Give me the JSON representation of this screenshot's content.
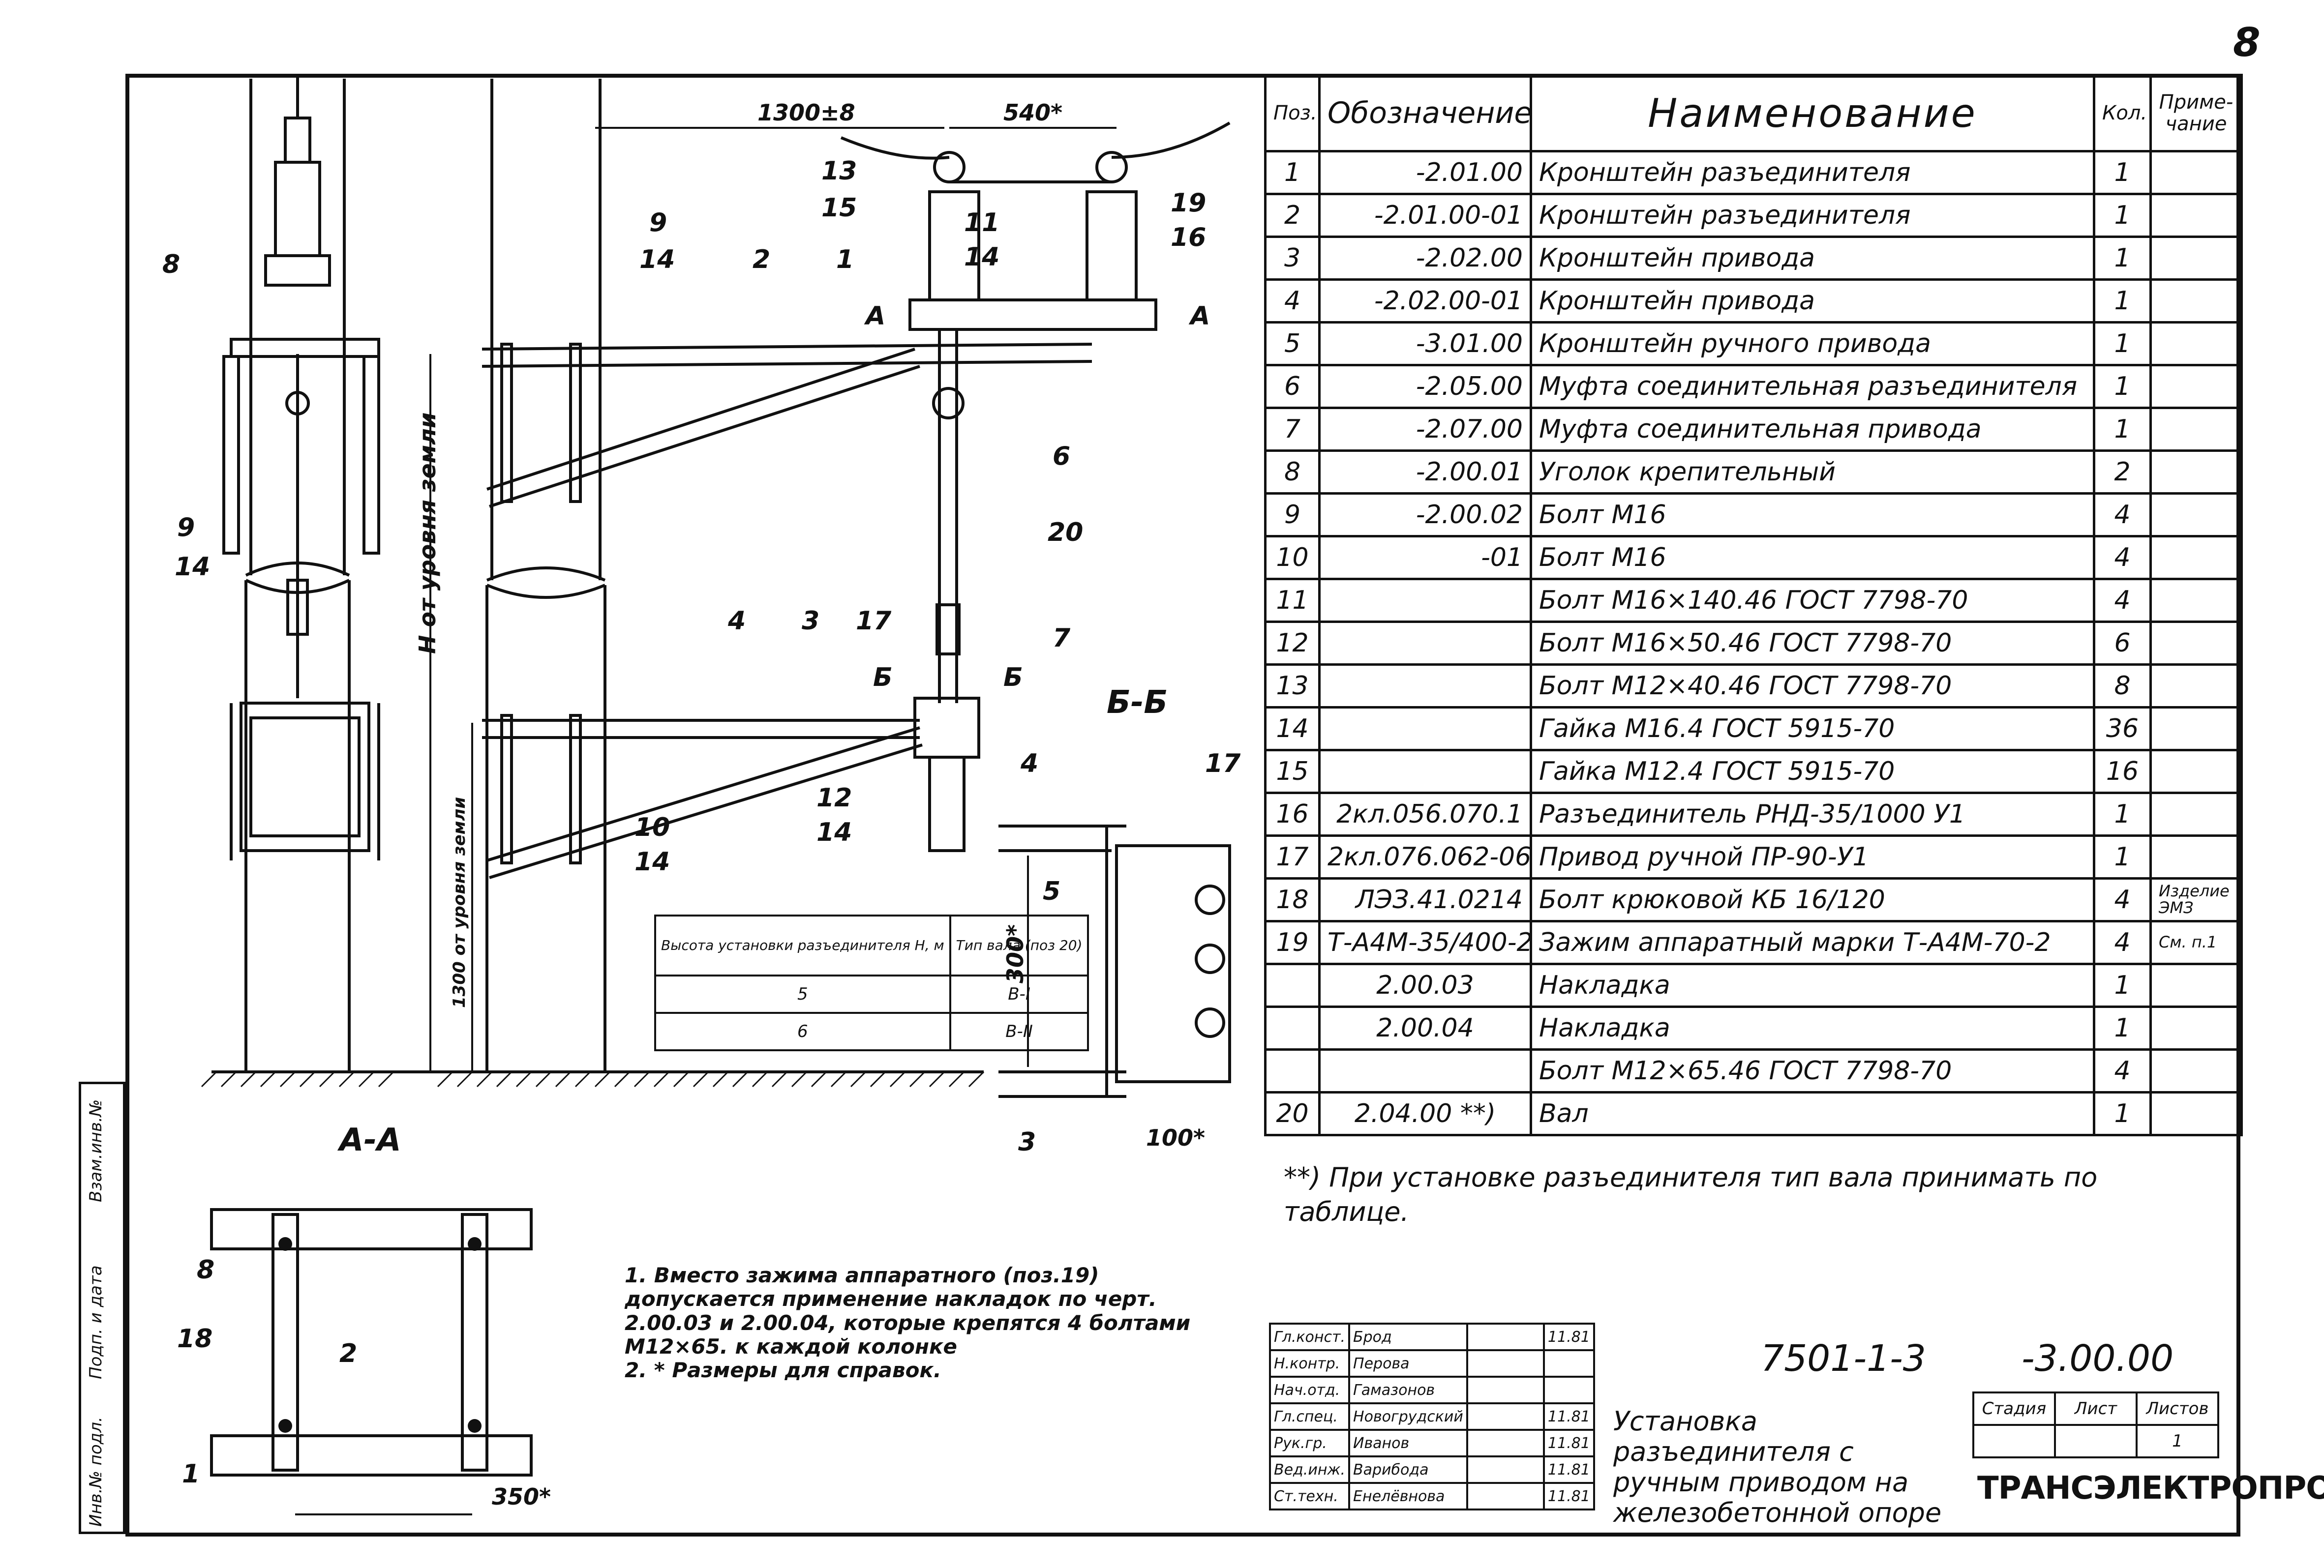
{
  "sheet_number": "8",
  "spec_table": {
    "headers": {
      "pos": "Поз.",
      "designation": "Обозначение",
      "name": "Наименование",
      "qty": "Кол.",
      "note": "Приме-чание"
    },
    "rows": [
      {
        "pos": "1",
        "designation": "-2.01.00",
        "name": "Кронштейн разъединителя",
        "qty": "1",
        "note": ""
      },
      {
        "pos": "2",
        "designation": "-2.01.00-01",
        "name": "Кронштейн разъединителя",
        "qty": "1",
        "note": ""
      },
      {
        "pos": "3",
        "designation": "-2.02.00",
        "name": "Кронштейн привода",
        "qty": "1",
        "note": ""
      },
      {
        "pos": "4",
        "designation": "-2.02.00-01",
        "name": "Кронштейн привода",
        "qty": "1",
        "note": ""
      },
      {
        "pos": "5",
        "designation": "-3.01.00",
        "name": "Кронштейн ручного привода",
        "qty": "1",
        "note": ""
      },
      {
        "pos": "6",
        "designation": "-2.05.00",
        "name": "Муфта соединительная разъединителя",
        "qty": "1",
        "note": ""
      },
      {
        "pos": "7",
        "designation": "-2.07.00",
        "name": "Муфта соединительная привода",
        "qty": "1",
        "note": ""
      },
      {
        "pos": "8",
        "designation": "-2.00.01",
        "name": "Уголок крепительный",
        "qty": "2",
        "note": ""
      },
      {
        "pos": "9",
        "designation": "-2.00.02",
        "name": "Болт М16",
        "qty": "4",
        "note": ""
      },
      {
        "pos": "10",
        "designation": "-01",
        "name": "Болт М16",
        "qty": "4",
        "note": ""
      },
      {
        "pos": "11",
        "designation": "",
        "name": "Болт М16×140.46 ГОСТ 7798-70",
        "qty": "4",
        "note": ""
      },
      {
        "pos": "12",
        "designation": "",
        "name": "Болт М16×50.46 ГОСТ 7798-70",
        "qty": "6",
        "note": ""
      },
      {
        "pos": "13",
        "designation": "",
        "name": "Болт М12×40.46 ГОСТ 7798-70",
        "qty": "8",
        "note": ""
      },
      {
        "pos": "14",
        "designation": "",
        "name": "Гайка М16.4 ГОСТ 5915-70",
        "qty": "36",
        "note": ""
      },
      {
        "pos": "15",
        "designation": "",
        "name": "Гайка М12.4 ГОСТ 5915-70",
        "qty": "16",
        "note": ""
      },
      {
        "pos": "16",
        "designation": "2кл.056.070.1",
        "name": "Разъединитель РНД-35/1000 У1",
        "qty": "1",
        "note": ""
      },
      {
        "pos": "17",
        "designation": "2кл.076.062-06",
        "name": "Привод ручной ПР-90-У1",
        "qty": "1",
        "note": ""
      },
      {
        "pos": "18",
        "designation": "ЛЭЗ.41.0214",
        "name": "Болт крюковой КБ 16/120",
        "qty": "4",
        "note": "Изделие ЭМЗ"
      },
      {
        "pos": "19",
        "designation": "Т-А4М-35/400-2",
        "name": "Зажим аппаратный марки Т-А4М-70-2",
        "qty": "4",
        "note": "См. п.1"
      },
      {
        "pos": "",
        "designation": "2.00.03",
        "name": "Накладка",
        "qty": "1",
        "note": ""
      },
      {
        "pos": "",
        "designation": "2.00.04",
        "name": "Накладка",
        "qty": "1",
        "note": ""
      },
      {
        "pos": "",
        "designation": "",
        "name": "Болт М12×65.46 ГОСТ 7798-70",
        "qty": "4",
        "note": ""
      },
      {
        "pos": "20",
        "designation": "2.04.00 **)",
        "name": "Вал",
        "qty": "1",
        "note": ""
      }
    ]
  },
  "footnote": "**) При установке разъединителя тип вала принимать по таблице.",
  "notes": [
    "1. Вместо зажима аппаратного (поз.19) допускается применение накладок по черт. 2.00.03 и 2.00.04, которые крепятся 4 болтами М12×65. к каждой колонке",
    "2. * Размеры для справок."
  ],
  "height_table": {
    "header_1": "Высота установки разъединителя H, м",
    "header_2": "Тип вала (поз 20)",
    "rows": [
      {
        "height": "5",
        "type": "В-I"
      },
      {
        "height": "6",
        "type": "В-II"
      }
    ]
  },
  "drawing_labels": {
    "dim_1300": "1300±8",
    "dim_540": "540*",
    "dim_300": "300*",
    "dim_100": "100*",
    "dim_350": "350*",
    "h_ground": "H от уровня земли",
    "h_1300": "1300 от уровня земли",
    "section_aa": "А-А",
    "section_bb": "Б-Б",
    "cut_a": "А",
    "cut_b": "Б"
  },
  "title_block": {
    "code": "7501-1-3",
    "designation": "-3.00.00",
    "title": "Установка разъединителя с ручным приводом на железобетонной опоре",
    "stage_label": "Стадия",
    "sheet_label": "Лист",
    "sheets_label": "Листов",
    "sheets_value": "1",
    "organization": "ТРАНСЭЛЕКТРОПРОЕКТ",
    "people": [
      {
        "role": "Гл.конст.",
        "name": "Брод",
        "date": "11.81"
      },
      {
        "role": "Н.контр.",
        "name": "Перова",
        "date": ""
      },
      {
        "role": "Нач.отд.",
        "name": "Гамазонов",
        "date": ""
      },
      {
        "role": "Гл.спец.",
        "name": "Новогрудский",
        "date": "11.81"
      },
      {
        "role": "Рук.гр.",
        "name": "Иванов",
        "date": "11.81"
      },
      {
        "role": "Вед.инж.",
        "name": "Варибода",
        "date": "11.81"
      },
      {
        "role": "Ст.техн.",
        "name": "Енелёвнова",
        "date": "11.81"
      }
    ]
  },
  "side_stamp": [
    "Инв.№ подл.",
    "Подп. и дата",
    "Взам.инв.№"
  ]
}
